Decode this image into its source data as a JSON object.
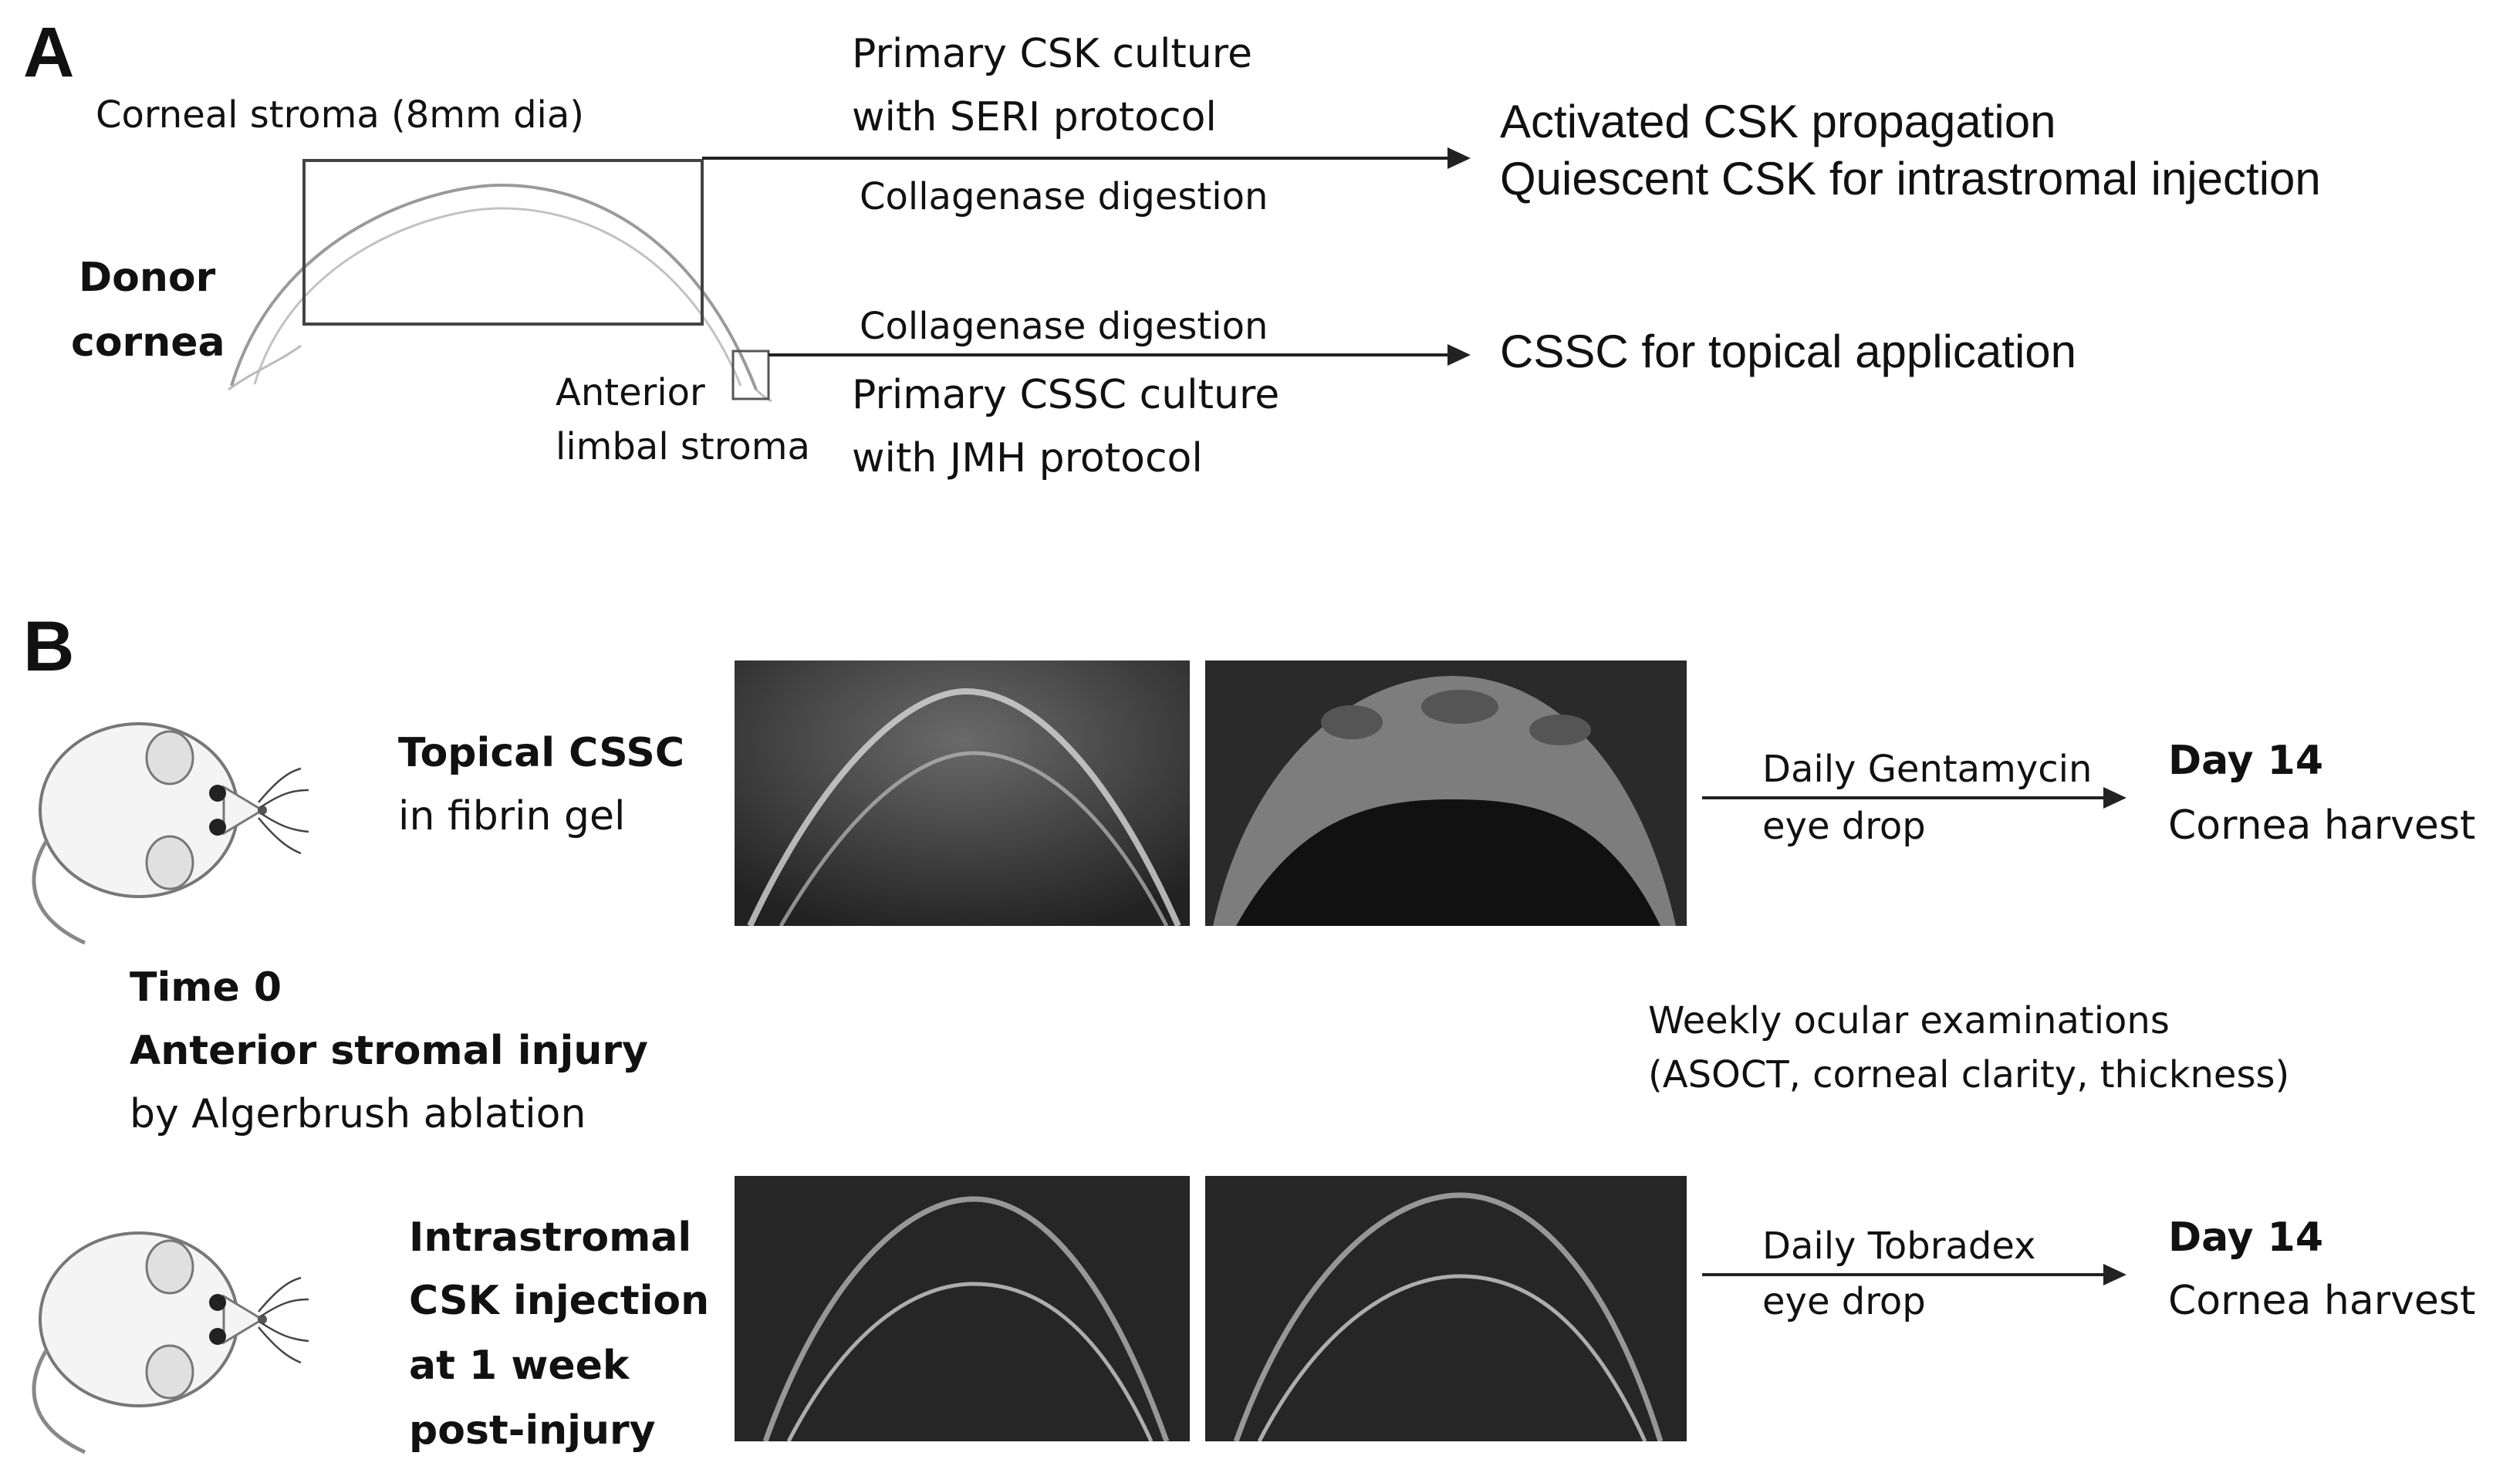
{
  "panel_a": {
    "letter": "A",
    "corneal_stroma": "Corneal stroma (8mm dia)",
    "donor_cornea": [
      "Donor",
      "cornea"
    ],
    "limbal_stroma": [
      "Anterior",
      "limbal stroma"
    ],
    "csk_culture": [
      "Primary CSK culture",
      "with SERI protocol"
    ],
    "collagenase_top": "Collagenase digestion",
    "collagenase_bottom": "Collagenase digestion",
    "cssc_culture": [
      "Primary CSSC culture",
      "with JMH protocol"
    ],
    "outcome_csk": [
      "Activated CSK propagation",
      "Quiescent CSK for intrastromal injection"
    ],
    "outcome_cssc": "CSSC for topical application"
  },
  "panel_b": {
    "letter": "B",
    "topical": {
      "title": "Topical CSSC",
      "subtitle": "in fibrin gel"
    },
    "time0": [
      "Time 0",
      "Anterior stromal injury",
      "by Algerbrush ablation"
    ],
    "intrastromal": [
      "Intrastromal",
      "CSK injection",
      "at 1 week",
      "post-injury"
    ],
    "top_treatment": [
      "Daily Gentamycin",
      "eye drop"
    ],
    "bottom_treatment": [
      "Daily Tobradex",
      "eye drop"
    ],
    "day14_top": [
      "Day 14",
      "Cornea harvest"
    ],
    "day14_bottom": [
      "Day 14",
      "Cornea harvest"
    ],
    "weekly": [
      "Weekly ocular examinations",
      "(ASOCT, corneal clarity, thickness)"
    ]
  }
}
